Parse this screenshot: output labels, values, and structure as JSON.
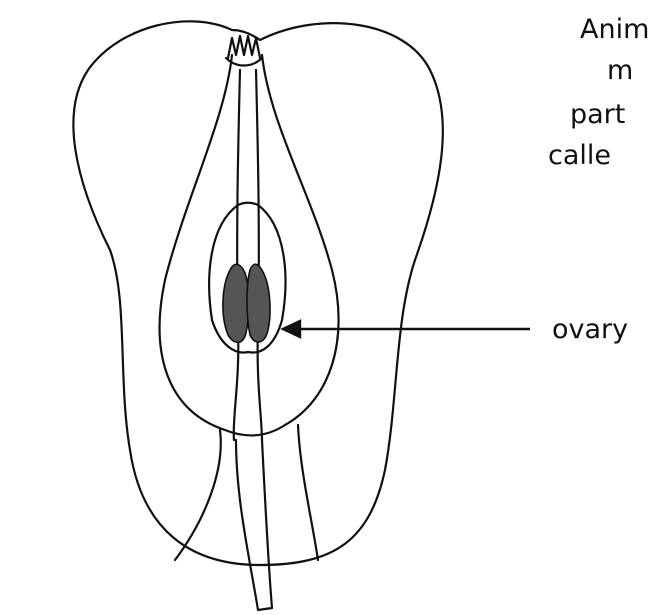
{
  "text": {
    "line1": "Anim",
    "line2": "m",
    "line3": "part",
    "line4": "calle",
    "label_ovary": "ovary"
  },
  "colors": {
    "ink": "#111111",
    "ovary_fill": "#555555",
    "background": "#ffffff"
  }
}
